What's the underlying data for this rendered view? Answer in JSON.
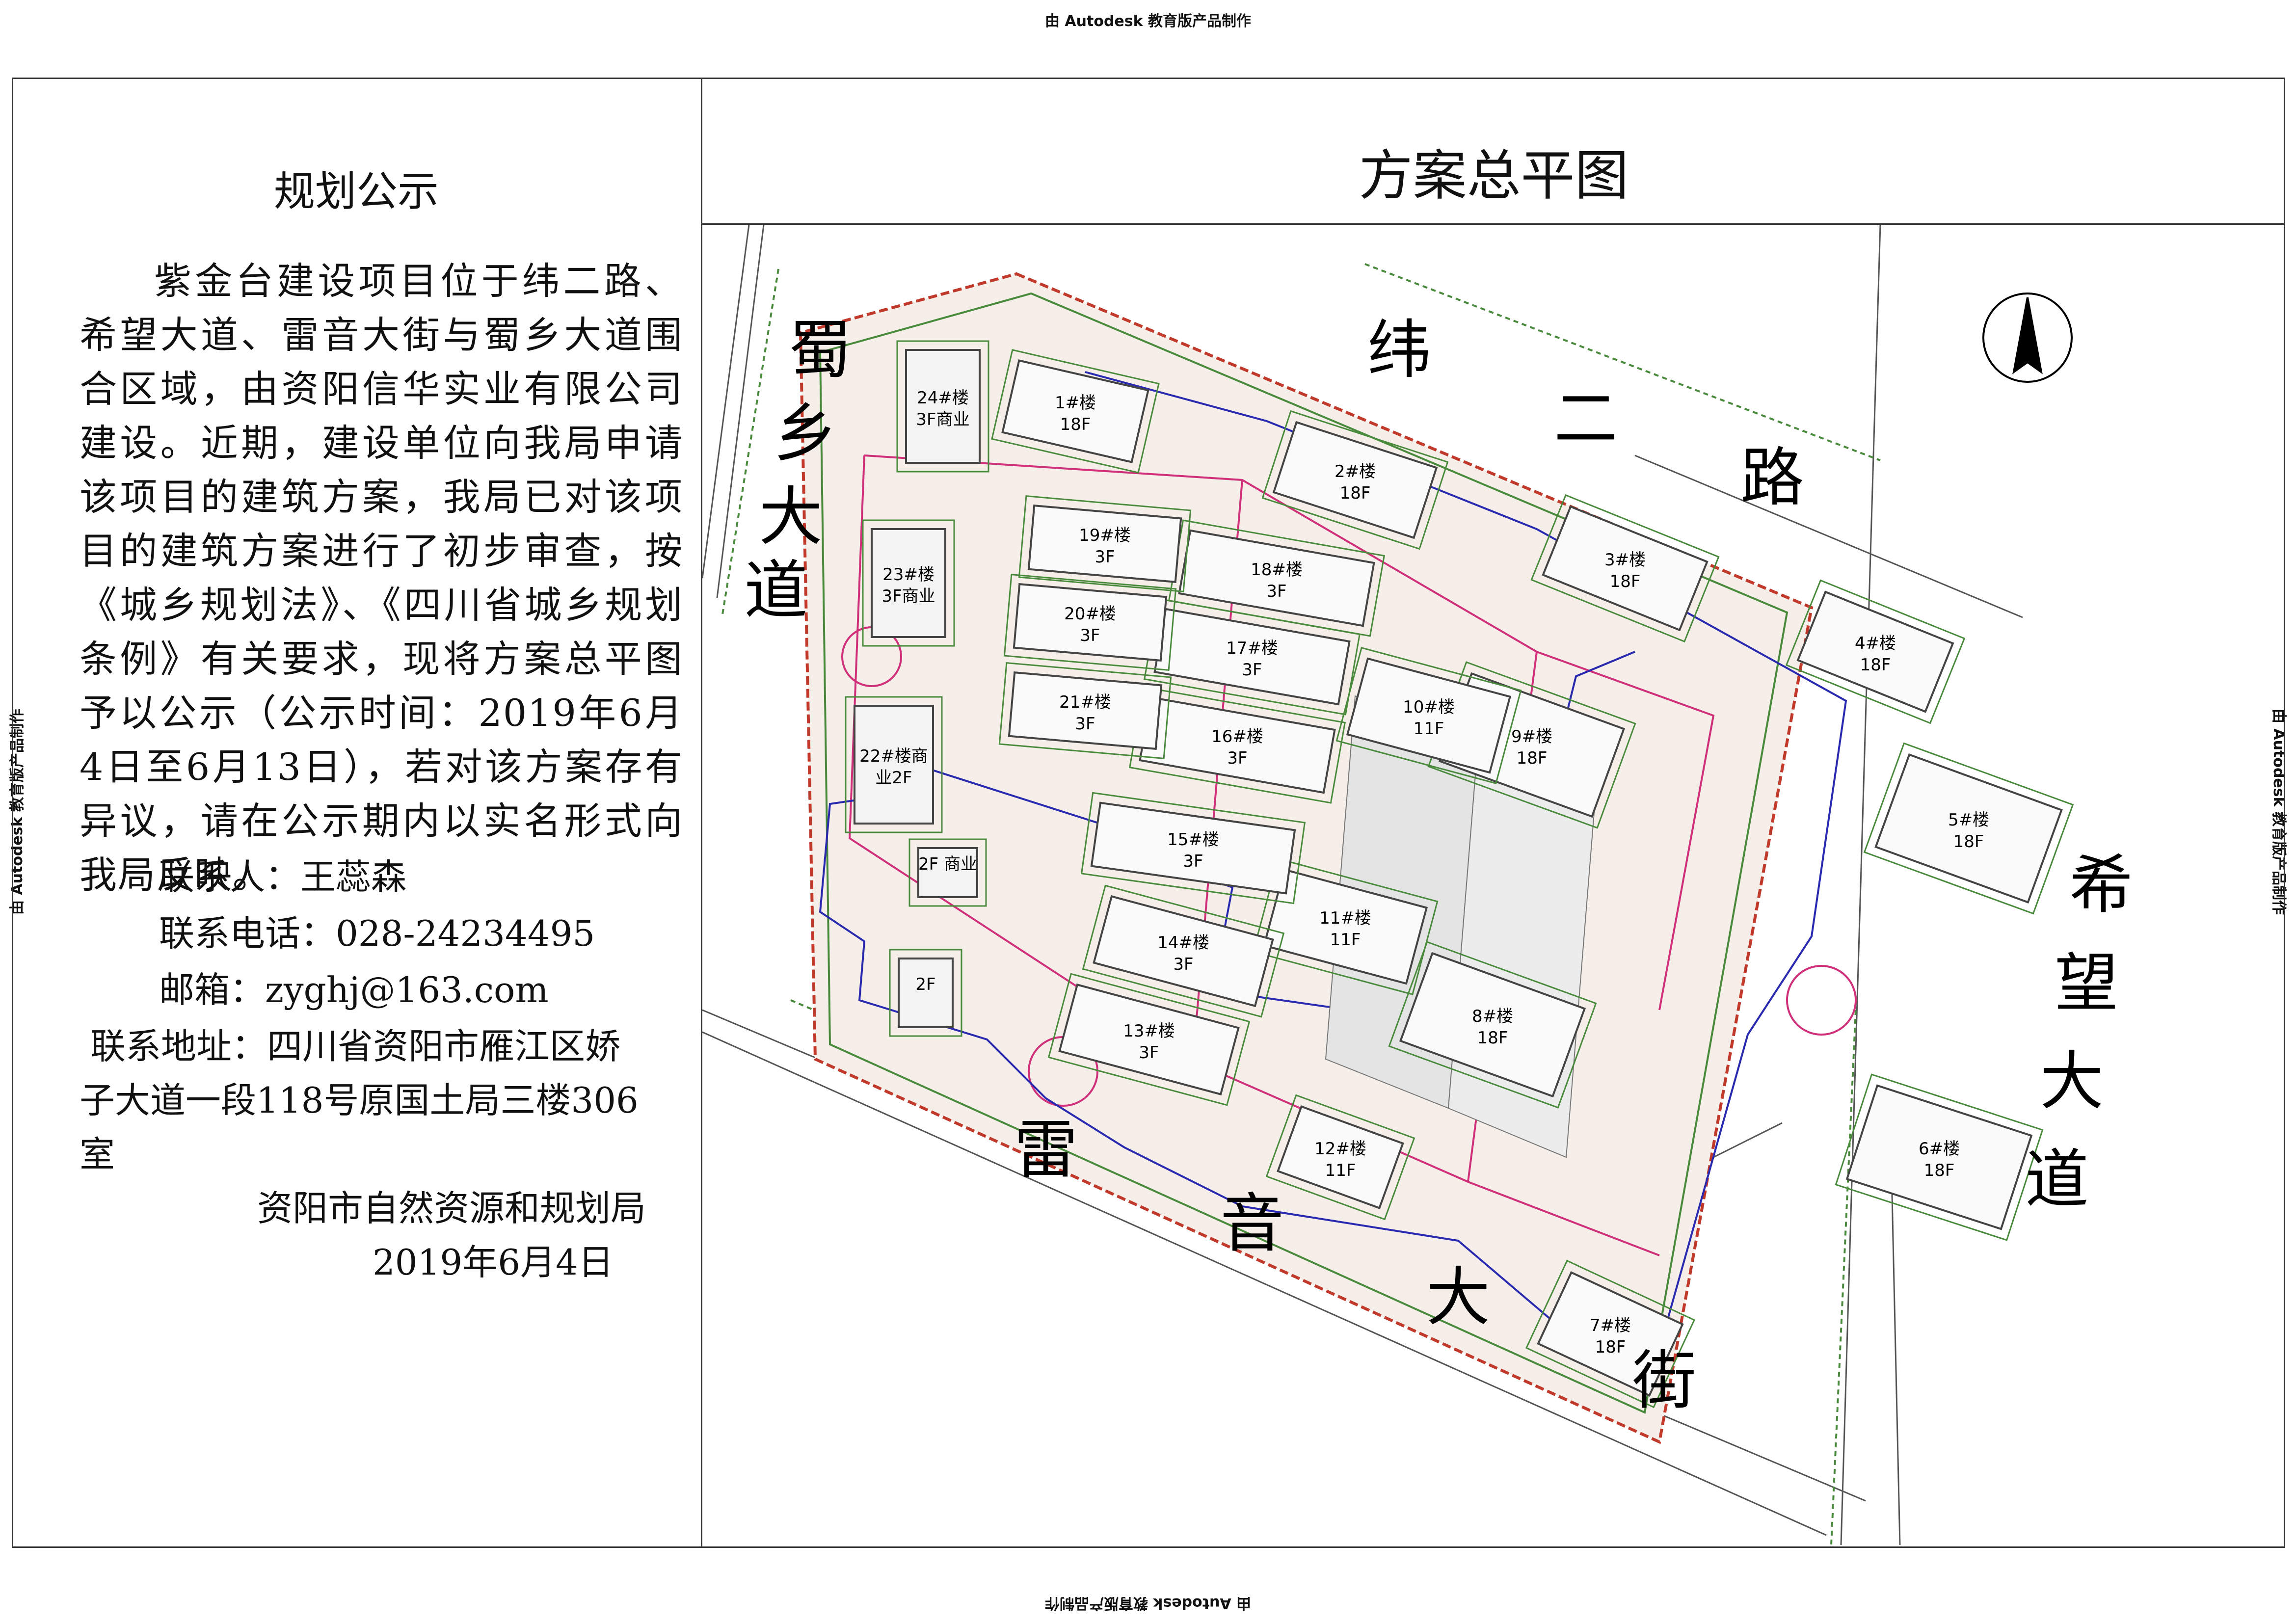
{
  "watermark": "由 Autodesk 教育版产品制作",
  "notice": {
    "title": "规划公示",
    "body": "紫金台建设项目位于纬二路、希望大道、雷音大街与蜀乡大道围合区域，由资阳信华实业有限公司建设。近期，建设单位向我局申请该项目的建筑方案，我局已对该项目的建筑方案进行了初步审查，按《城乡规划法》、《四川省城乡规划条例》有关要求，现将方案总平图予以公示（公示时间：2019年6月4日至6月13日），若对该方案存有异议，请在公示期内以实名形式向我局反映。",
    "contact_person": "联系人：王蕊森",
    "contact_phone": "联系电话：028-24234495",
    "email": "邮箱：zyghj@163.com",
    "address_line1": "联系地址：四川省资阳市雁江区娇",
    "address_line2": "子大道一段118号原国土局三楼306",
    "address_line3": "室",
    "issuer": "资阳市自然资源和规划局",
    "date": "2019年6月4日"
  },
  "plan": {
    "title": "方案总平图",
    "roads": {
      "north": [
        "纬",
        "二",
        "路"
      ],
      "west": [
        "蜀",
        "乡",
        "大",
        "道"
      ],
      "east": [
        "希",
        "望",
        "大",
        "道"
      ],
      "south": [
        "雷",
        "音",
        "大",
        "街"
      ]
    },
    "buildings": [
      {
        "label": "1#楼",
        "floors": "18F",
        "kind": "tower"
      },
      {
        "label": "2#楼",
        "floors": "18F",
        "kind": "tower"
      },
      {
        "label": "3#楼",
        "floors": "18F",
        "kind": "tower"
      },
      {
        "label": "4#楼",
        "floors": "18F",
        "kind": "tower"
      },
      {
        "label": "5#楼",
        "floors": "18F",
        "kind": "tower"
      },
      {
        "label": "6#楼",
        "floors": "18F",
        "kind": "tower"
      },
      {
        "label": "7#楼",
        "floors": "18F",
        "kind": "tower"
      },
      {
        "label": "8#楼",
        "floors": "18F",
        "kind": "tower"
      },
      {
        "label": "9#楼",
        "floors": "18F",
        "kind": "tower"
      },
      {
        "label": "10#楼",
        "floors": "11F",
        "kind": "tower"
      },
      {
        "label": "11#楼",
        "floors": "11F",
        "kind": "tower"
      },
      {
        "label": "12#楼",
        "floors": "11F",
        "kind": "tower"
      },
      {
        "label": "13#楼",
        "floors": "3F",
        "kind": "row"
      },
      {
        "label": "14#楼",
        "floors": "3F",
        "kind": "row"
      },
      {
        "label": "15#楼",
        "floors": "3F",
        "kind": "row"
      },
      {
        "label": "16#楼",
        "floors": "3F",
        "kind": "row"
      },
      {
        "label": "17#楼",
        "floors": "3F",
        "kind": "row"
      },
      {
        "label": "18#楼",
        "floors": "3F",
        "kind": "row"
      },
      {
        "label": "19#楼",
        "floors": "3F",
        "kind": "row"
      },
      {
        "label": "20#楼",
        "floors": "3F",
        "kind": "row"
      },
      {
        "label": "21#楼",
        "floors": "3F",
        "kind": "row"
      },
      {
        "label": "22#楼商",
        "floors": "业2F",
        "kind": "commercial"
      },
      {
        "label": "23#楼",
        "floors": "3F商业",
        "kind": "commercial"
      },
      {
        "label": "24#楼",
        "floors": "3F商业",
        "kind": "commercial"
      },
      {
        "label": "2F 商业",
        "floors": "",
        "kind": "commercial"
      },
      {
        "label": "2F",
        "floors": "",
        "kind": "commercial"
      }
    ]
  },
  "colors": {
    "site_boundary": "#c0392b",
    "green_belt": "#4a8a3c",
    "red_line": "#d0307a",
    "blue_line": "#2a2ab0",
    "building": "#444444",
    "frame": "#333333"
  }
}
